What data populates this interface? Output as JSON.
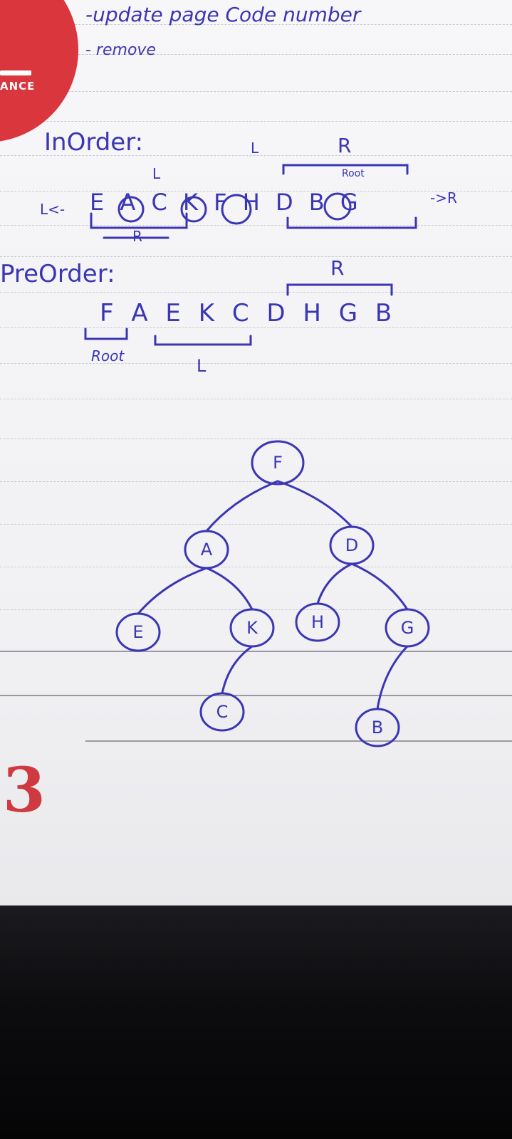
{
  "header": {
    "brand_fragment": "ANCE",
    "page_number": "3"
  },
  "notes": {
    "line1": "-update page Code number",
    "line2": "- remove"
  },
  "inorder": {
    "label": "InOrder:",
    "sequence": "E A C K F H D B G",
    "left_marker": "L",
    "right_marker": "R",
    "arrow_left": "L<-",
    "arrow_right": "->R",
    "root_tag": "Root",
    "sub_left": "L",
    "sub_right": "R",
    "mark_l_above": "L"
  },
  "preorder": {
    "label": "PreOrder:",
    "sequence": "F A E K C D H G B",
    "root_tag": "Root",
    "left_marker": "L",
    "right_marker": "R"
  },
  "tree": {
    "nodes": [
      {
        "id": "F",
        "label": "F"
      },
      {
        "id": "A",
        "label": "A"
      },
      {
        "id": "D",
        "label": "D"
      },
      {
        "id": "E",
        "label": "E"
      },
      {
        "id": "K",
        "label": "K"
      },
      {
        "id": "H",
        "label": "H"
      },
      {
        "id": "G",
        "label": "G"
      },
      {
        "id": "C",
        "label": "C"
      },
      {
        "id": "B",
        "label": "B"
      }
    ],
    "edges": [
      [
        "F",
        "A"
      ],
      [
        "F",
        "D"
      ],
      [
        "A",
        "E"
      ],
      [
        "A",
        "K"
      ],
      [
        "K",
        "C"
      ],
      [
        "D",
        "H"
      ],
      [
        "D",
        "G"
      ],
      [
        "G",
        "B"
      ]
    ]
  },
  "colors": {
    "ink": "#3a36b4",
    "accent_red": "#d9363e",
    "paper": "#f4f4f6"
  }
}
